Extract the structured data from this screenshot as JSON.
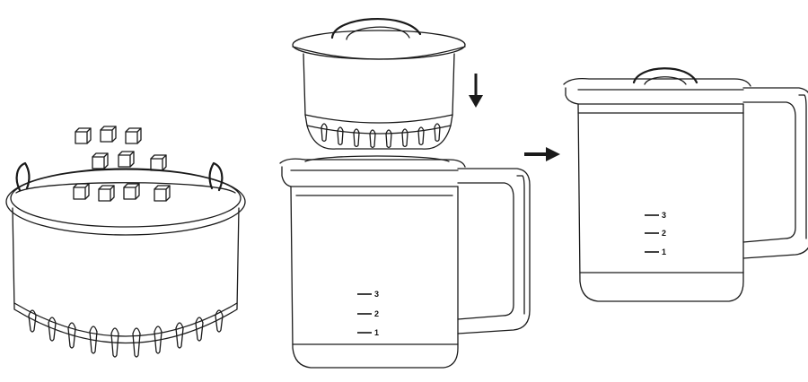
{
  "diagram": {
    "step_arrow_color": "#1a1a1a",
    "jug_middle": {
      "marks": [
        "3",
        "2",
        "1"
      ]
    },
    "jug_right": {
      "marks": [
        "3",
        "2",
        "1"
      ]
    }
  }
}
